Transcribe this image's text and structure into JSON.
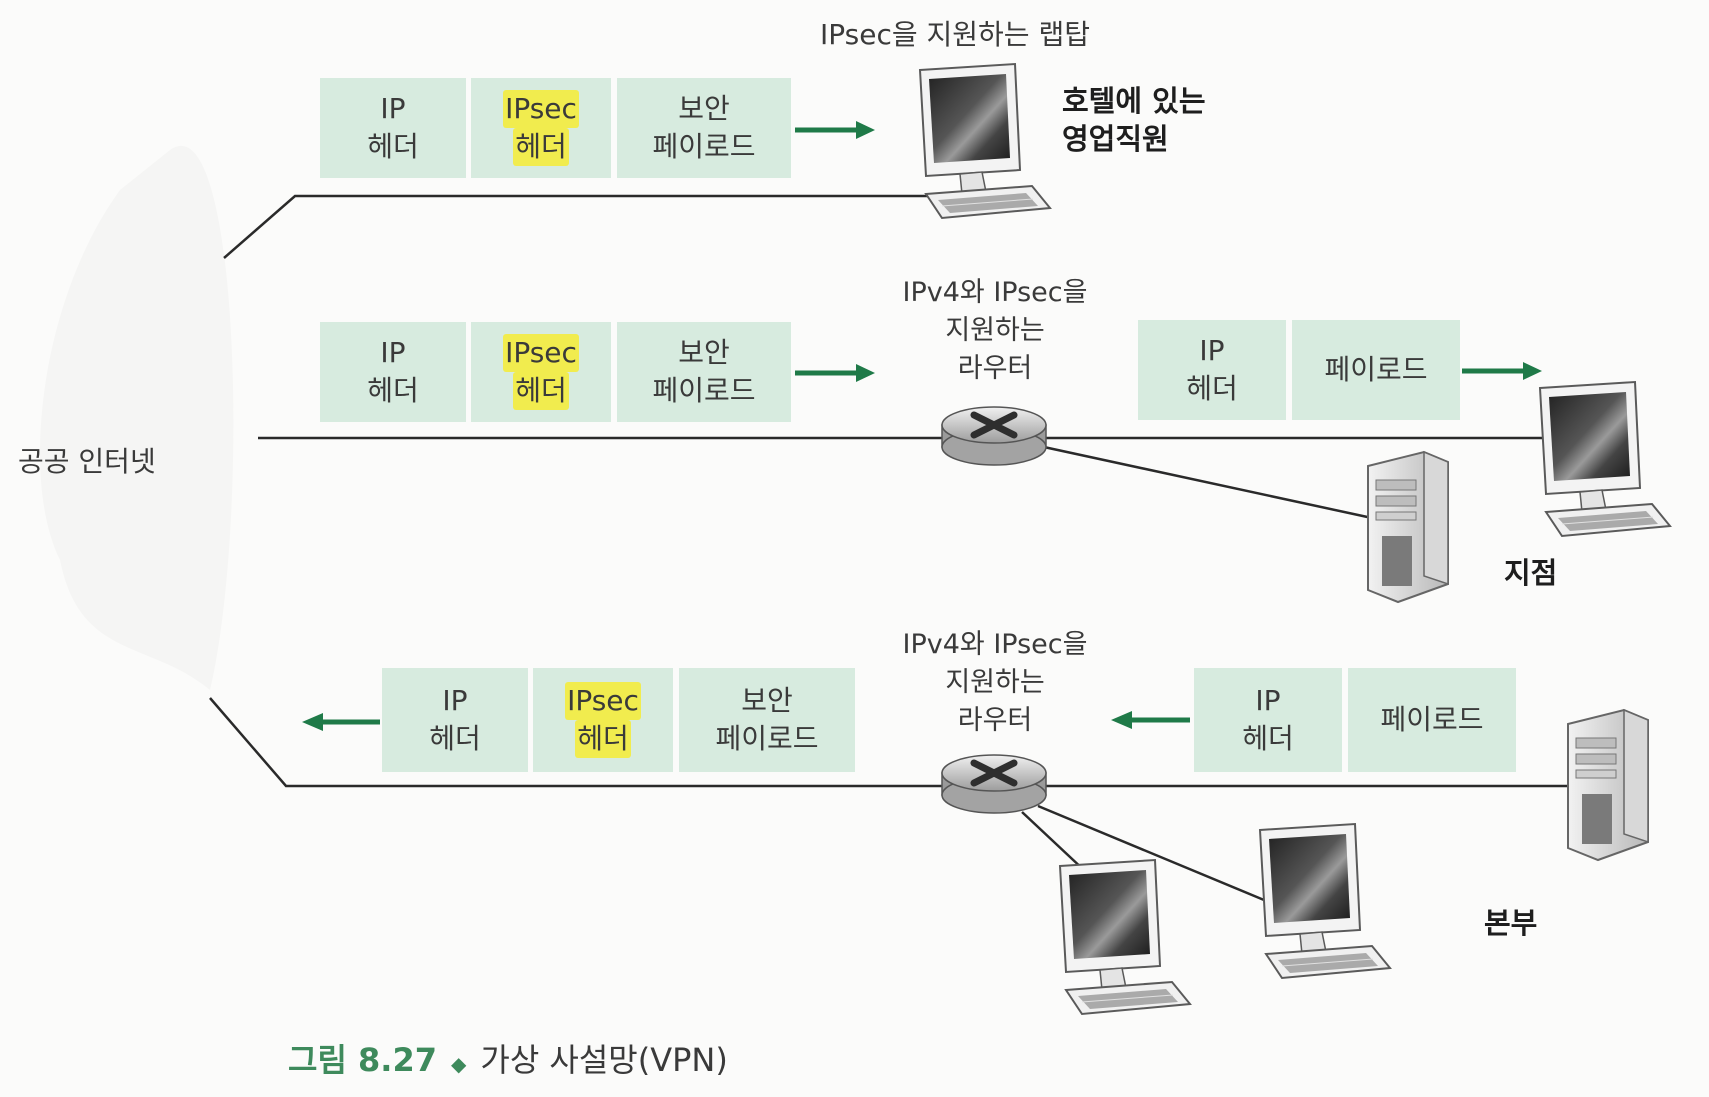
{
  "internet_label": "공공 인터넷",
  "laptop_caption": "IPsec을 지원하는 랩탑",
  "laptop_user": [
    "호텔에 있는",
    "영업직원"
  ],
  "router_caption": [
    "IPv4와 IPsec을",
    "지원하는",
    "라우터"
  ],
  "branch_label": "지점",
  "hq_label": "본부",
  "packet_secure": {
    "ip_header": [
      "IP",
      "헤더"
    ],
    "ipsec_header": [
      "IPsec",
      "헤더"
    ],
    "secure_payload": [
      "보안",
      "페이로드"
    ]
  },
  "packet_plain": {
    "ip_header": [
      "IP",
      "헤더"
    ],
    "payload": "페이로드"
  },
  "caption": {
    "figure": "그림 8.27",
    "bullet": "◆",
    "title": "가상 사설망(VPN)"
  },
  "colors": {
    "packet_box": "#d7ebdf",
    "arrow": "#1f7a48",
    "highlight": "#f1ec4e",
    "line": "#2a2a2a"
  }
}
